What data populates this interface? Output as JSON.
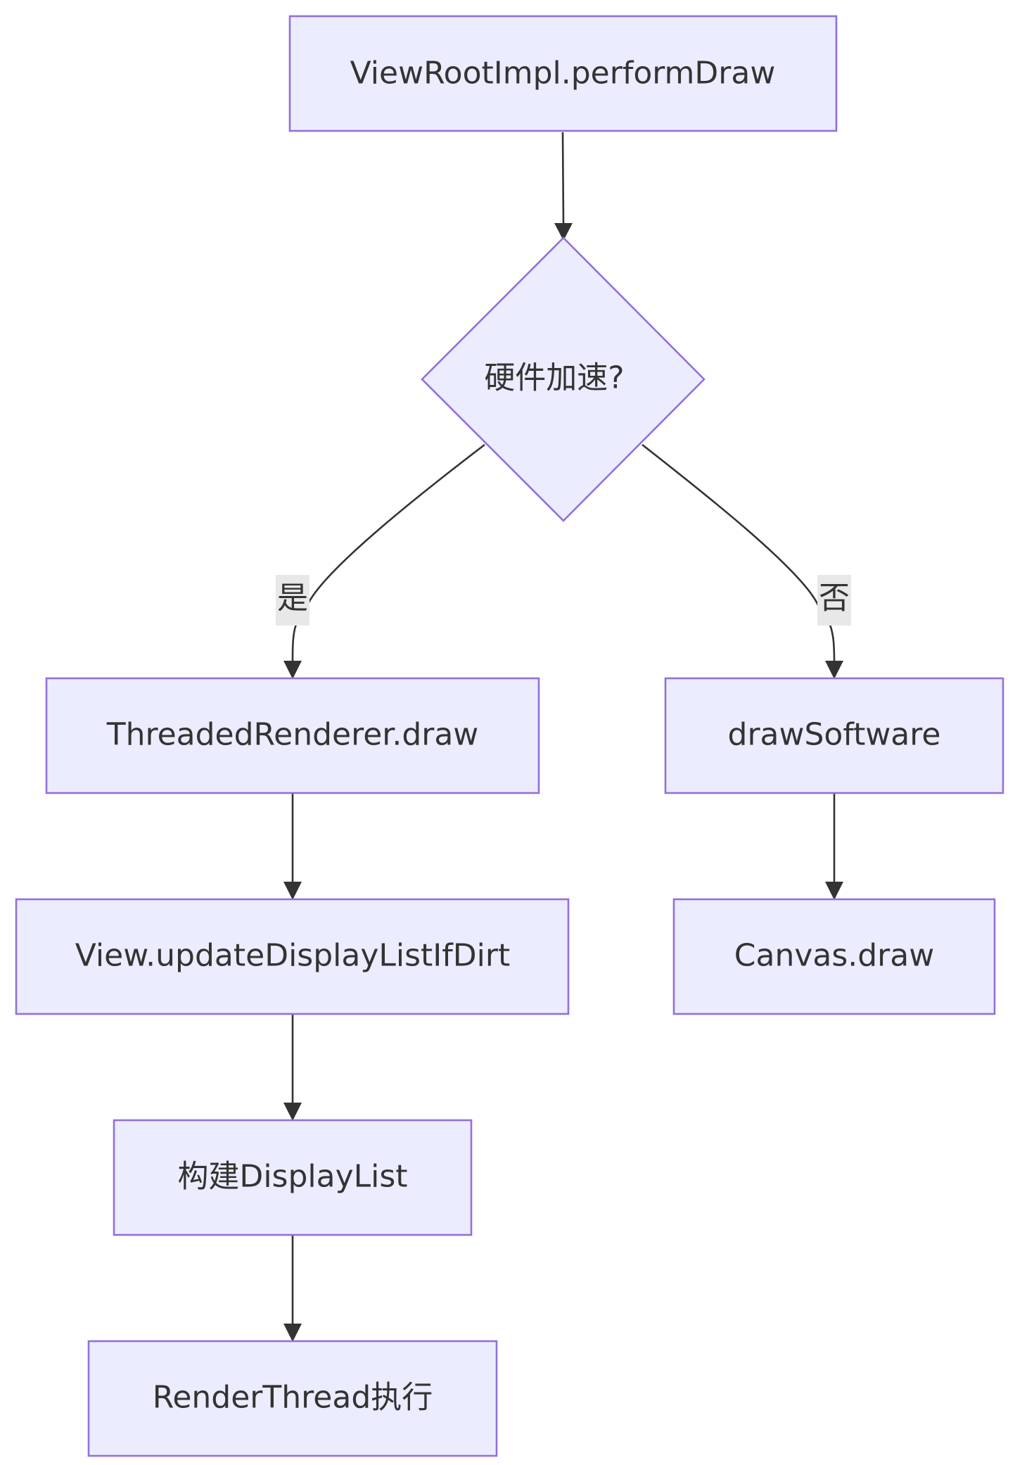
{
  "diagram": {
    "nodes": {
      "perform_draw": "ViewRootImpl.performDraw",
      "decision": "硬件加速?",
      "threaded_renderer": "ThreadedRenderer.draw",
      "draw_software": "drawSoftware",
      "update_display_list": "View.updateDisplayListIfDirt",
      "canvas_draw": "Canvas.draw",
      "build_display_list": "构建DisplayList",
      "render_thread": "RenderThread执行"
    },
    "edge_labels": {
      "yes": "是",
      "no": "否"
    },
    "colors": {
      "node_fill": "#ECECFF",
      "node_stroke": "#9370DB",
      "edge": "#333333",
      "label_bg": "#E8E8E8",
      "text": "#333333"
    }
  }
}
